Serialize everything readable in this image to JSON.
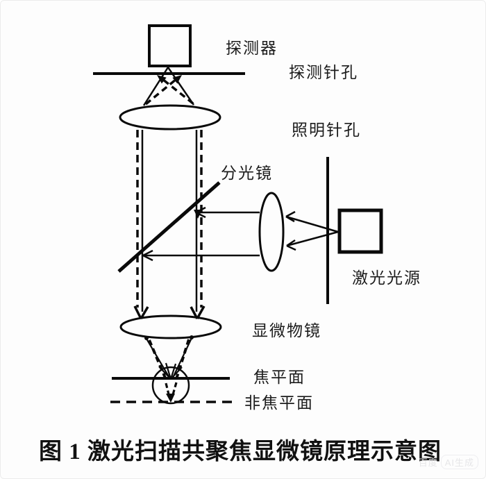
{
  "figure": {
    "caption": "图 1 激光扫描共聚焦显微镜原理示意图",
    "labels": {
      "detector": "探测器",
      "detection_pinhole": "探测针孔",
      "illumination_pinhole": "照明针孔",
      "beam_splitter": "分光镜",
      "laser_source": "激光光源",
      "objective_lens": "显微物镜",
      "focal_plane": "焦平面",
      "non_focal_plane": "非焦平面"
    },
    "watermark": {
      "brand": "百度",
      "badge": "AI生成"
    },
    "colors": {
      "line": "#0a0a0a",
      "text": "#1c1c1c",
      "caption": "#111111",
      "watermark": "#e6e6e8",
      "background": "#fdfdfd"
    }
  }
}
